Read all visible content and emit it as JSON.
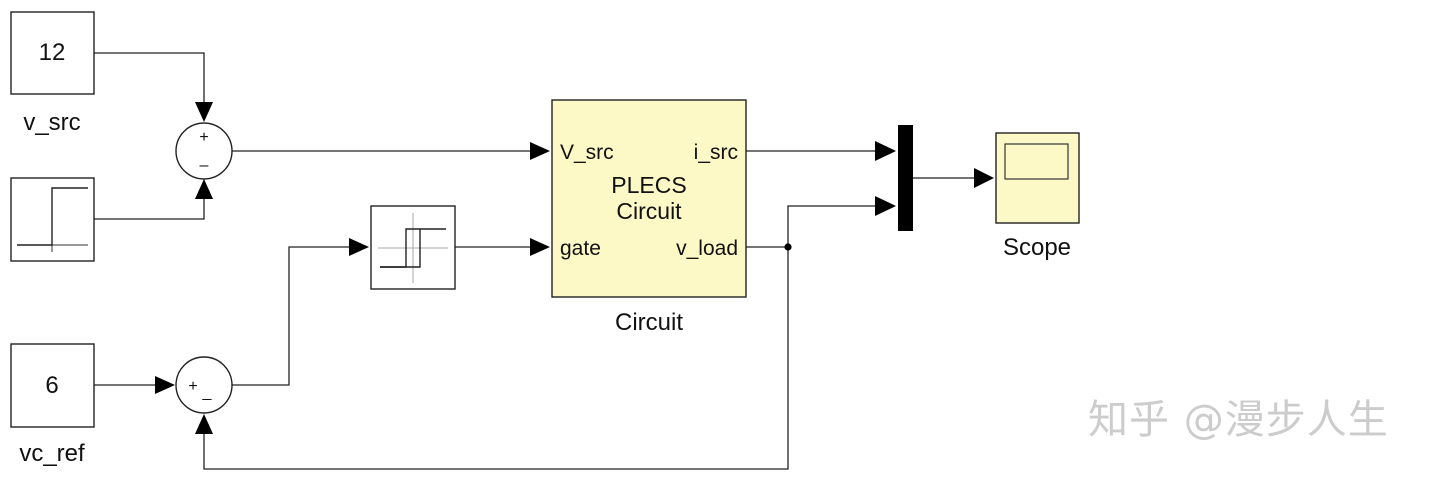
{
  "blocks": {
    "v_src_constant": {
      "value": "12",
      "label": "v_src"
    },
    "step_source": {
      "icon": "step-icon"
    },
    "sum_top": {
      "signs": [
        "+",
        "–"
      ]
    },
    "vc_ref_constant": {
      "value": "6",
      "label": "vc_ref"
    },
    "sum_bottom": {
      "signs": [
        "+",
        "_"
      ]
    },
    "relay": {
      "icon": "hysteresis-icon"
    },
    "circuit": {
      "title_line1": "PLECS",
      "title_line2": "Circuit",
      "port_v_src": "V_src",
      "port_gate": "gate",
      "port_i_src": "i_src",
      "port_v_load": "v_load",
      "label": "Circuit",
      "fill_color": "#fcf9c6"
    },
    "mux": {
      "icon": "mux-icon"
    },
    "scope": {
      "label": "Scope",
      "fill_color": "#fcf9c6"
    }
  },
  "watermark": {
    "text": "知乎 @漫步人生"
  }
}
